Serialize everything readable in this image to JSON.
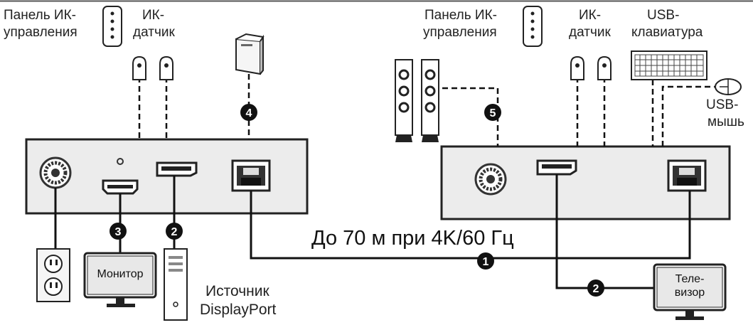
{
  "labels": {
    "ir_panel": "Панель ИК-",
    "ir_panel_2": "управления",
    "ir_sensor": "ИК-",
    "ir_sensor_2": "датчик",
    "usb_keyboard": "USB-",
    "usb_keyboard_2": "клавиатура",
    "usb_mouse": "USB-",
    "usb_mouse_2": "мышь",
    "monitor": "Монитор",
    "tv": "Теле-",
    "tv_2": "визор",
    "dp_source": "Источник",
    "dp_source_2": "DisplayPort",
    "distance": "До 70 м при 4K/60 Гц"
  },
  "markers": [
    "1",
    "2",
    "3",
    "4",
    "5"
  ],
  "colors": {
    "line": "#111111",
    "device": "#e9e9e9",
    "outline": "#222222"
  }
}
